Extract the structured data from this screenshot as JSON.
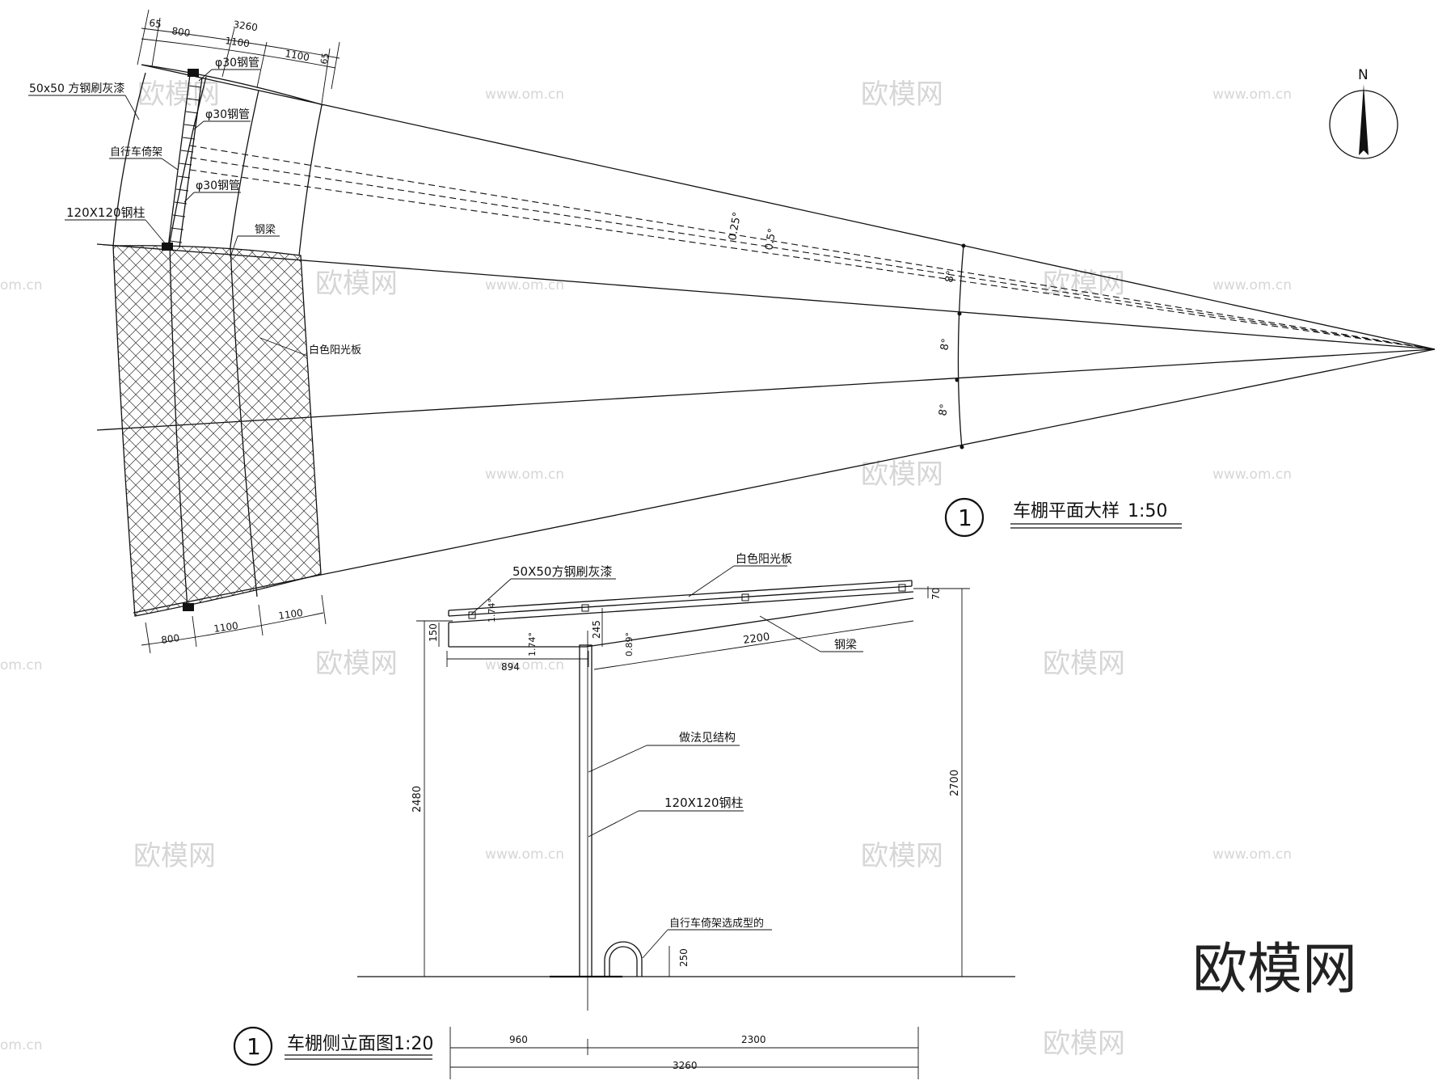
{
  "plan": {
    "title": "车棚平面大样",
    "scale": "1:50",
    "marker": "1",
    "dims_top": [
      "65",
      "800",
      "3260",
      "1100",
      "1100",
      "65"
    ],
    "dims_bottom": [
      "800",
      "1100",
      "1100"
    ],
    "labels": {
      "tube_steel_paint": "50x50 方钢刷灰漆",
      "pipe1": "φ30钢管",
      "pipe2": "φ30钢管",
      "pipe3": "φ30钢管",
      "bike_rack": "自行车倚架",
      "column": "120X120钢柱",
      "beam": "钢梁",
      "panel": "白色阳光板"
    },
    "angles": [
      "0.25°",
      "0.5°",
      "8°",
      "8°",
      "8°"
    ],
    "north": "N"
  },
  "elevation": {
    "title": "车棚侧立面图",
    "scale": "1:20",
    "marker": "1",
    "labels": {
      "tube_steel_paint": "50X50方钢刷灰漆",
      "panel": "白色阳光板",
      "beam": "钢梁",
      "structure_note": "做法见结构",
      "column": "120X120钢柱",
      "rack_note": "自行车倚架选成型的"
    },
    "dims": {
      "left_height": "2480",
      "right_height": "2700",
      "top_small": "70",
      "beam_depth": "150",
      "mid_depth": "245",
      "span_beam": "2200",
      "left_overhang": "894",
      "angle_small1": "1.74°",
      "angle_small2": "1.74°",
      "angle_right": "0.89°",
      "rack_height": "250",
      "bottom_left": "960",
      "bottom_right": "2300",
      "bottom_total": "3260"
    }
  },
  "watermarks": {
    "cn": "欧模网",
    "url": "www.om.cn",
    "url_partial": "om.cn"
  },
  "brand": "欧模网"
}
